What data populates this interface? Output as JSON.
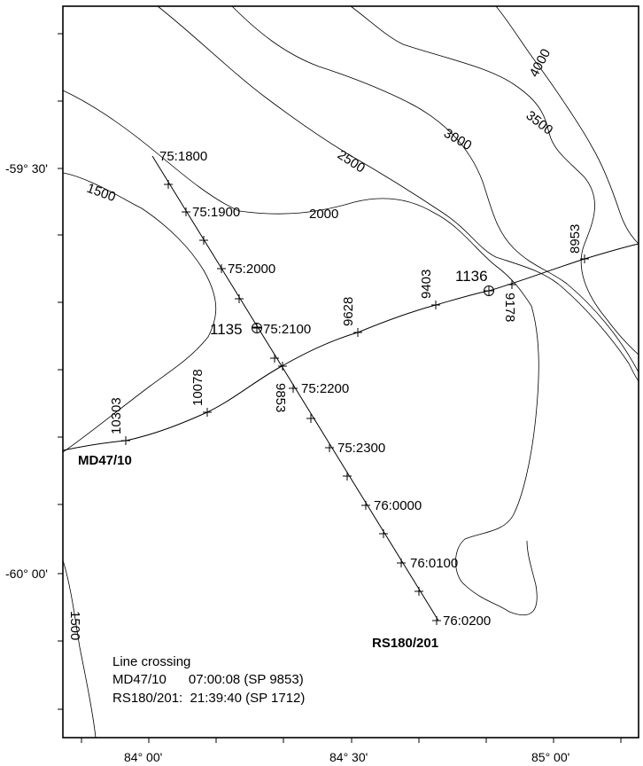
{
  "map": {
    "lat_labels": [
      "-59° 30'",
      "-60° 00'"
    ],
    "lon_labels": [
      "84° 00'",
      "84° 30'",
      "85° 00'"
    ],
    "contours": [
      "1500",
      "2000",
      "2500",
      "3000",
      "3500",
      "4000",
      "1500"
    ],
    "lines": {
      "rs": {
        "name": "RS180/201",
        "shot_labels": [
          "75:1800",
          "75:1900",
          "75:2000",
          "75:2100",
          "75:2200",
          "75:2300",
          "76:0000",
          "76:0100",
          "76:0200"
        ]
      },
      "md": {
        "name": "MD47/10",
        "shot_labels": [
          "10303",
          "10078",
          "9853",
          "9628",
          "9403",
          "9178",
          "8953"
        ]
      }
    },
    "sites": [
      "1135",
      "1136"
    ],
    "caption": {
      "title": "Line crossing",
      "row1": "MD47/10      07:00:08 (SP 9853)",
      "row2": "RS180/201:  21:39:40 (SP 1712)"
    }
  }
}
